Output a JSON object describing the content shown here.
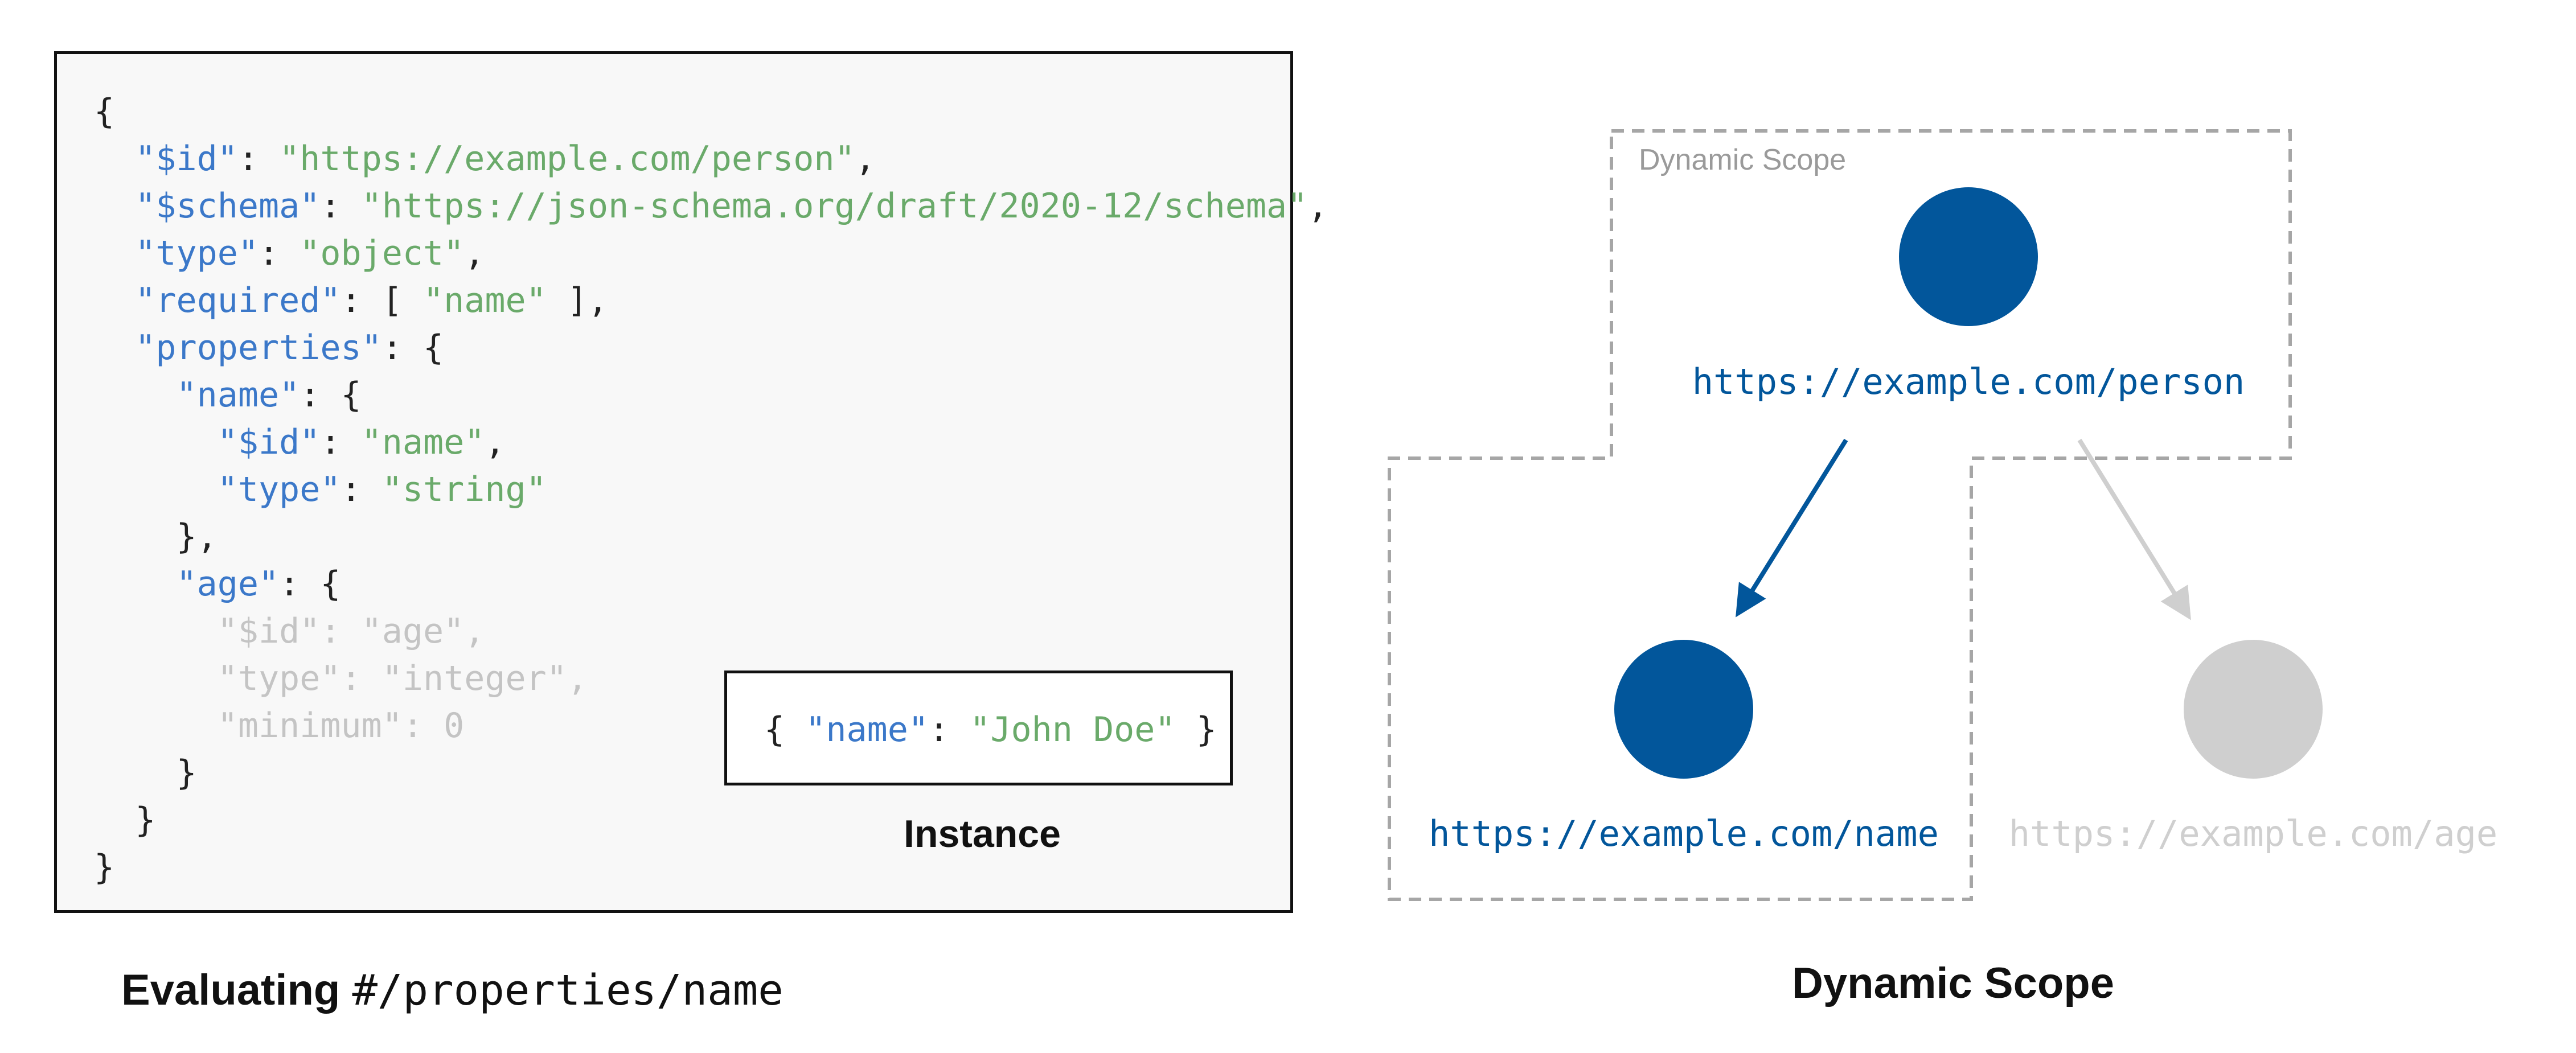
{
  "schema_code": {
    "lines": [
      [
        {
          "t": "{",
          "c": "punct"
        }
      ],
      [
        {
          "t": "  ",
          "c": "punct"
        },
        {
          "t": "\"$id\"",
          "c": "key"
        },
        {
          "t": ": ",
          "c": "punct"
        },
        {
          "t": "\"https://example.com/person\"",
          "c": "str"
        },
        {
          "t": ",",
          "c": "punct"
        }
      ],
      [
        {
          "t": "  ",
          "c": "punct"
        },
        {
          "t": "\"$schema\"",
          "c": "key"
        },
        {
          "t": ": ",
          "c": "punct"
        },
        {
          "t": "\"https://json-schema.org/draft/2020-12/schema\"",
          "c": "str"
        },
        {
          "t": ",",
          "c": "punct"
        }
      ],
      [
        {
          "t": "  ",
          "c": "punct"
        },
        {
          "t": "\"type\"",
          "c": "key"
        },
        {
          "t": ": ",
          "c": "punct"
        },
        {
          "t": "\"object\"",
          "c": "str"
        },
        {
          "t": ",",
          "c": "punct"
        }
      ],
      [
        {
          "t": "  ",
          "c": "punct"
        },
        {
          "t": "\"required\"",
          "c": "key"
        },
        {
          "t": ": [ ",
          "c": "punct"
        },
        {
          "t": "\"name\"",
          "c": "str"
        },
        {
          "t": " ],",
          "c": "punct"
        }
      ],
      [
        {
          "t": "  ",
          "c": "punct"
        },
        {
          "t": "\"properties\"",
          "c": "key"
        },
        {
          "t": ": {",
          "c": "punct"
        }
      ],
      [
        {
          "t": "    ",
          "c": "punct"
        },
        {
          "t": "\"name\"",
          "c": "key"
        },
        {
          "t": ": {",
          "c": "punct"
        }
      ],
      [
        {
          "t": "      ",
          "c": "punct"
        },
        {
          "t": "\"$id\"",
          "c": "key"
        },
        {
          "t": ": ",
          "c": "punct"
        },
        {
          "t": "\"name\"",
          "c": "str"
        },
        {
          "t": ",",
          "c": "punct"
        }
      ],
      [
        {
          "t": "      ",
          "c": "punct"
        },
        {
          "t": "\"type\"",
          "c": "key"
        },
        {
          "t": ": ",
          "c": "punct"
        },
        {
          "t": "\"string\"",
          "c": "str"
        }
      ],
      [
        {
          "t": "    },",
          "c": "punct"
        }
      ],
      [
        {
          "t": "    ",
          "c": "punct"
        },
        {
          "t": "\"age\"",
          "c": "key"
        },
        {
          "t": ": {",
          "c": "punct"
        }
      ],
      [
        {
          "t": "      \"$id\": \"age\",",
          "c": "faded"
        }
      ],
      [
        {
          "t": "      \"type\": \"integer\",",
          "c": "faded"
        }
      ],
      [
        {
          "t": "      \"minimum\": 0",
          "c": "faded"
        }
      ],
      [
        {
          "t": "    }",
          "c": "punct"
        }
      ],
      [
        {
          "t": "  }",
          "c": "punct"
        }
      ],
      [
        {
          "t": "}",
          "c": "punct"
        }
      ]
    ]
  },
  "instance": {
    "code": [
      {
        "t": "{ ",
        "c": "punct"
      },
      {
        "t": "\"name\"",
        "c": "key"
      },
      {
        "t": ": ",
        "c": "punct"
      },
      {
        "t": "\"John Doe\"",
        "c": "str"
      },
      {
        "t": " }",
        "c": "punct"
      }
    ],
    "label": "Instance"
  },
  "evaluating": {
    "prefix": "Evaluating",
    "pointer": "#/properties/name"
  },
  "dynamic_scope": {
    "box_label": "Dynamic Scope",
    "title": "Dynamic Scope",
    "nodes": [
      {
        "id": "person",
        "label": "https://example.com/person",
        "active": true
      },
      {
        "id": "name",
        "label": "https://example.com/name",
        "active": true
      },
      {
        "id": "age",
        "label": "https://example.com/age",
        "active": false
      }
    ],
    "edges": [
      {
        "from": "person",
        "to": "name",
        "active": true
      },
      {
        "from": "person",
        "to": "age",
        "active": false
      }
    ]
  },
  "colors": {
    "key": "#3b78c9",
    "string": "#6aaa6a",
    "punct": "#222222",
    "faded": "#c4c4c4",
    "node_active": "#02569b",
    "node_inactive": "#cfcfcf",
    "scope_border": "#a6a6a6",
    "scope_label": "#9a9a9a"
  }
}
